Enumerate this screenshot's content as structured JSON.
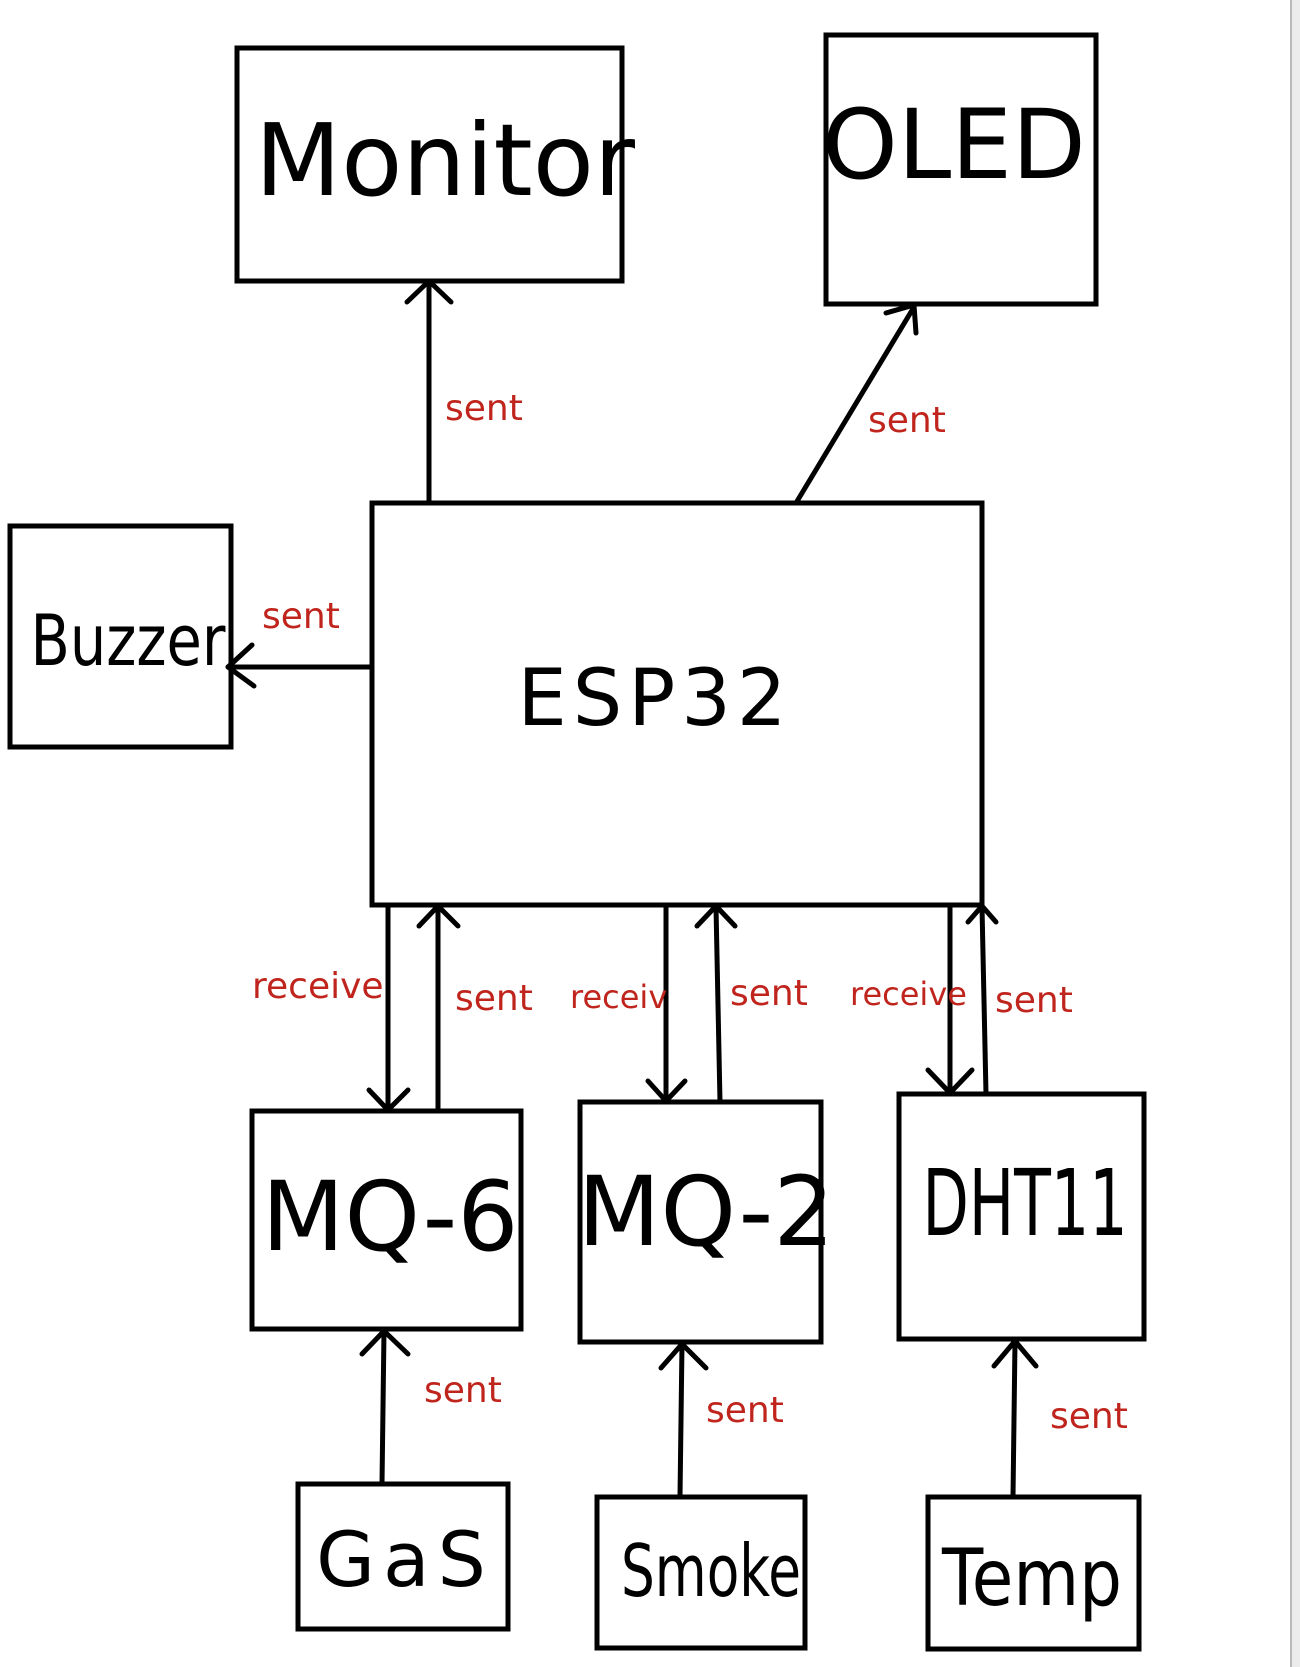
{
  "nodes": {
    "monitor": "Monitor",
    "oled": "OLED",
    "buzzer": "Buzzer",
    "esp32": "ESP32",
    "mq6": "MQ-6",
    "mq2": "MQ-2",
    "dht11": "DHT11",
    "gas": "GaS",
    "smoke": "Smoke",
    "temp": "Temp"
  },
  "edges": {
    "esp32_to_monitor": "sent",
    "esp32_to_oled": "sent",
    "esp32_to_buzzer": "sent",
    "esp32_to_mq6": "receive",
    "mq6_to_esp32": "sent",
    "esp32_to_mq2": "receiv",
    "mq2_to_esp32": "sent",
    "esp32_to_dht11": "receive",
    "dht11_to_esp32": "sent",
    "gas_to_mq6": "sent",
    "smoke_to_mq2": "sent",
    "temp_to_dht11": "sent"
  },
  "colors": {
    "stroke": "#000000",
    "edge_label": "#c0251d",
    "background": "#ffffff"
  }
}
